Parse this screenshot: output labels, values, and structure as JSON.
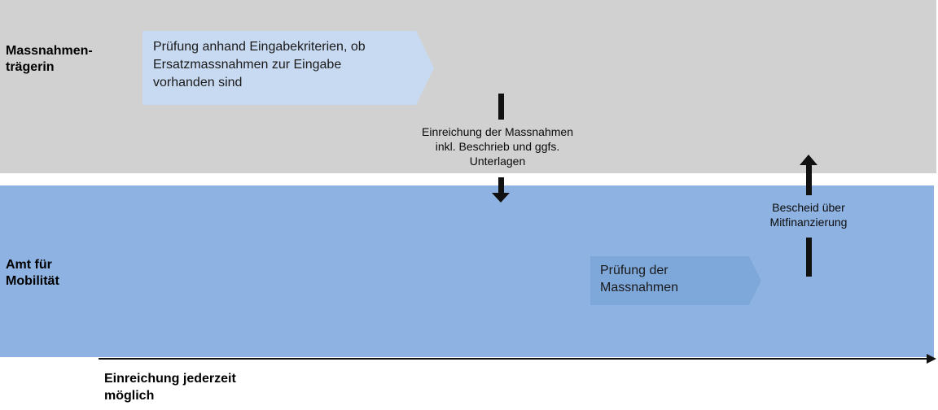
{
  "colors": {
    "lane_gray": "#d1d1d1",
    "lane_blue": "#8eb3e2",
    "step_light_blue": "#c8daf1",
    "step_medium_blue": "#7ea7da",
    "arrow_black": "#111111"
  },
  "lanes": [
    {
      "label": "Massnahmen-\nträgerin"
    },
    {
      "label": "Amt für\nMobilität"
    }
  ],
  "steps": [
    {
      "lane": "Massnahmen-trägerin",
      "text": "Prüfung anhand Eingabekriterien, ob\nErsatzmassnahmen zur Eingabe\nvorhanden sind"
    },
    {
      "lane": "Amt für Mobilität",
      "text": "Prüfung der\nMassnahmen"
    }
  ],
  "flows": [
    {
      "direction": "down",
      "label": "Einreichung der Massnahmen\ninkl. Beschrieb und ggfs.\nUnterlagen"
    },
    {
      "direction": "up",
      "label": "Bescheid über\nMitfinanzierung"
    }
  ],
  "timeline": {
    "caption": "Einreichung jederzeit\nmöglich"
  }
}
